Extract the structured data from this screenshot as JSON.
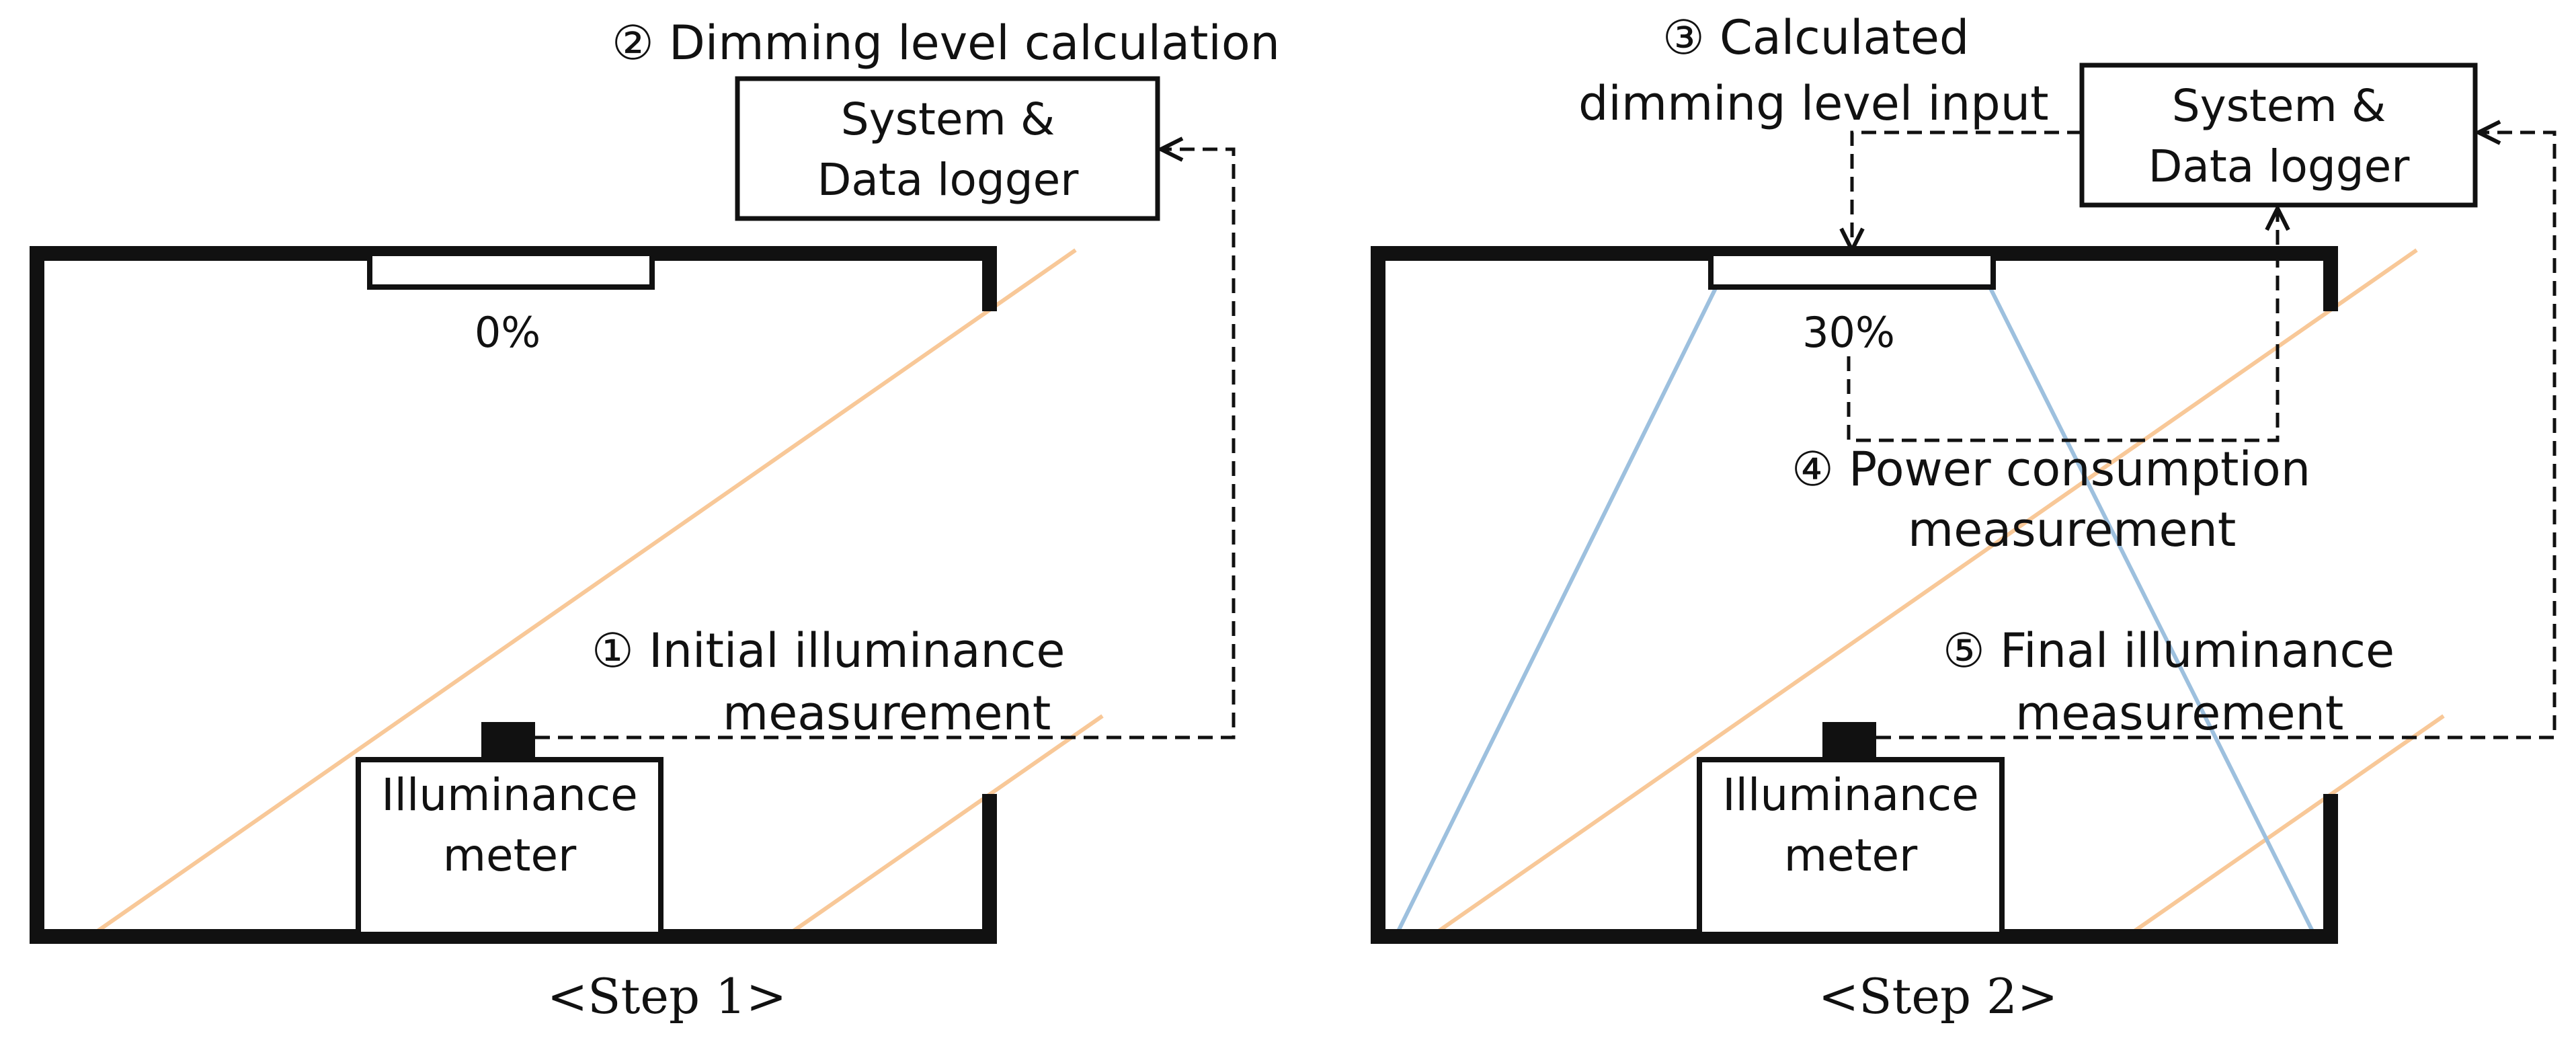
{
  "colors": {
    "wall": "#111111",
    "window_ray": "#F8C898",
    "light_ray": "#9DC0DE",
    "dashed_signal": "#111111",
    "background": "#ffffff"
  },
  "step1": {
    "caption": "<Step 1>",
    "dimming_value": "0%",
    "logger_line1": "System &",
    "logger_line2": "Data logger",
    "meter_line1": "Illuminance",
    "meter_line2": "meter",
    "step2_label": "② Dimming level calculation",
    "step1_label_line1": "① Initial illuminance",
    "step1_label_line2": "measurement"
  },
  "step2": {
    "caption": "<Step 2>",
    "dimming_value": "30%",
    "logger_line1": "System &",
    "logger_line2": "Data logger",
    "meter_line1": "Illuminance",
    "meter_line2": "meter",
    "step3_label_line1": "③ Calculated",
    "step3_label_line2": "dimming level input",
    "step4_label_line1": "④ Power consumption",
    "step4_label_line2": "measurement",
    "step5_label_line1": "⑤ Final illuminance",
    "step5_label_line2": "measurement"
  }
}
